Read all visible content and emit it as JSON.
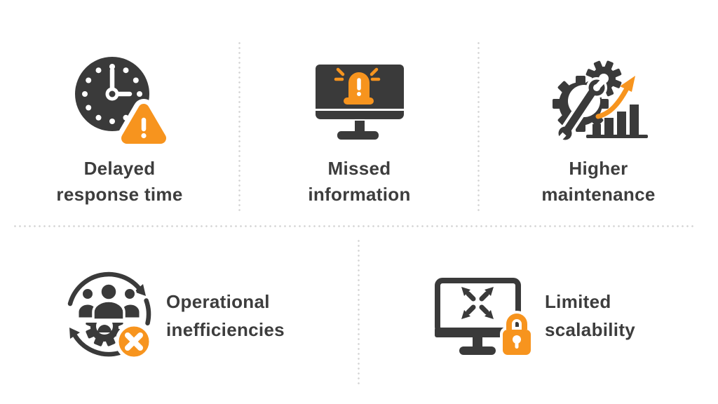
{
  "colors": {
    "background": "#ffffff",
    "dark": "#3a3a3a",
    "orange": "#f7941e",
    "divider_dot": "#d5d5d5",
    "text": "#3d3d3d"
  },
  "items": [
    {
      "id": "delayed-response-time",
      "icon": "clock-warning-icon",
      "label_line1": "Delayed",
      "label_line2": "response time"
    },
    {
      "id": "missed-information",
      "icon": "monitor-alert-icon",
      "label_line1": "Missed",
      "label_line2": "information"
    },
    {
      "id": "higher-maintenance",
      "icon": "gear-wrench-growth-icon",
      "label_line1": "Higher",
      "label_line2": "maintenance"
    },
    {
      "id": "operational-inefficiencies",
      "icon": "team-gear-cycle-error-icon",
      "label_line1": "Operational",
      "label_line2": "inefficiencies"
    },
    {
      "id": "limited-scalability",
      "icon": "monitor-expand-lock-icon",
      "label_line1": "Limited",
      "label_line2": "scalability"
    }
  ]
}
